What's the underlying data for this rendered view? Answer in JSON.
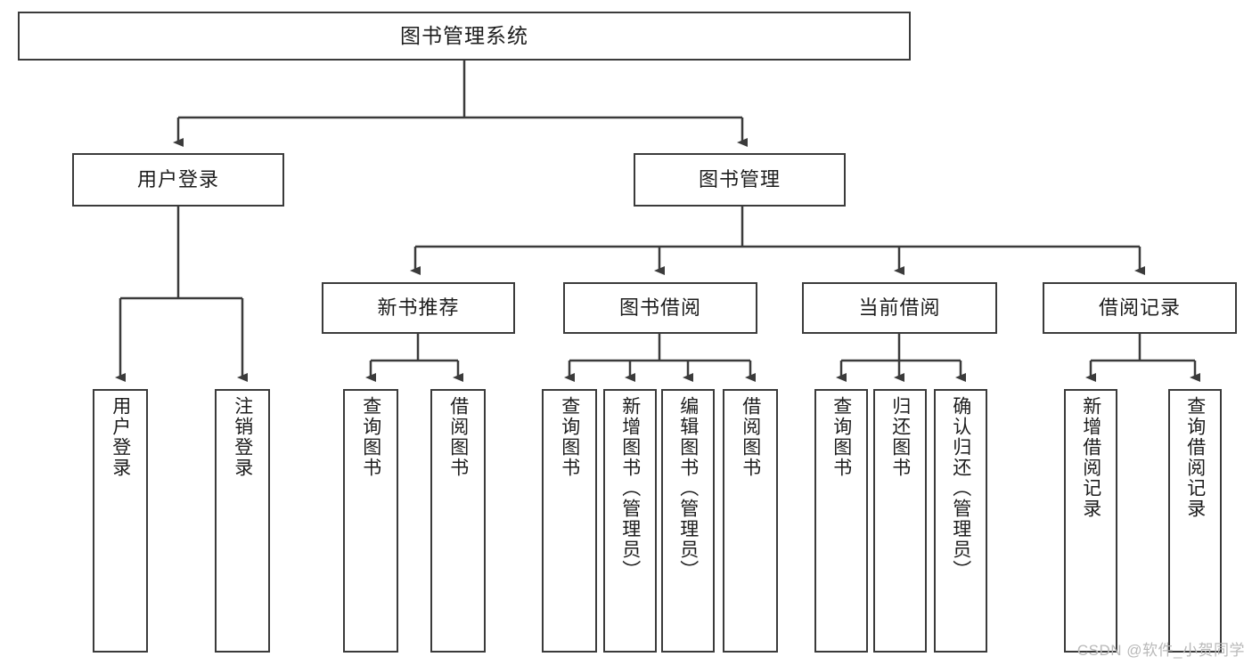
{
  "diagram": {
    "title": "图书管理系统",
    "type": "tree-hierarchy-flowchart",
    "line_color": "#3b3b3b",
    "text_color": "#1d1d1d",
    "background_color": "#ffffff",
    "root": {
      "label": "图书管理系统"
    },
    "level2": [
      {
        "label": "用户登录"
      },
      {
        "label": "图书管理"
      }
    ],
    "level3": [
      {
        "label": "新书推荐"
      },
      {
        "label": "图书借阅"
      },
      {
        "label": "当前借阅"
      },
      {
        "label": "借阅记录"
      }
    ],
    "leaves": {
      "user_login": [
        {
          "label": "用户登录"
        },
        {
          "label": "注销登录"
        }
      ],
      "new_book": [
        {
          "label": "查询图书"
        },
        {
          "label": "借阅图书"
        }
      ],
      "book_borrow": [
        {
          "label": "查询图书"
        },
        {
          "label": "新增图书（管理员）"
        },
        {
          "label": "编辑图书（管理员）"
        },
        {
          "label": "借阅图书"
        }
      ],
      "current_borrow": [
        {
          "label": "查询图书"
        },
        {
          "label": "归还图书"
        },
        {
          "label": "确认归还（管理员）"
        }
      ],
      "borrow_record": [
        {
          "label": "新增借阅记录"
        },
        {
          "label": "查询借阅记录"
        }
      ]
    }
  },
  "watermark": {
    "text": "CSDN @软件_小贺同学"
  }
}
